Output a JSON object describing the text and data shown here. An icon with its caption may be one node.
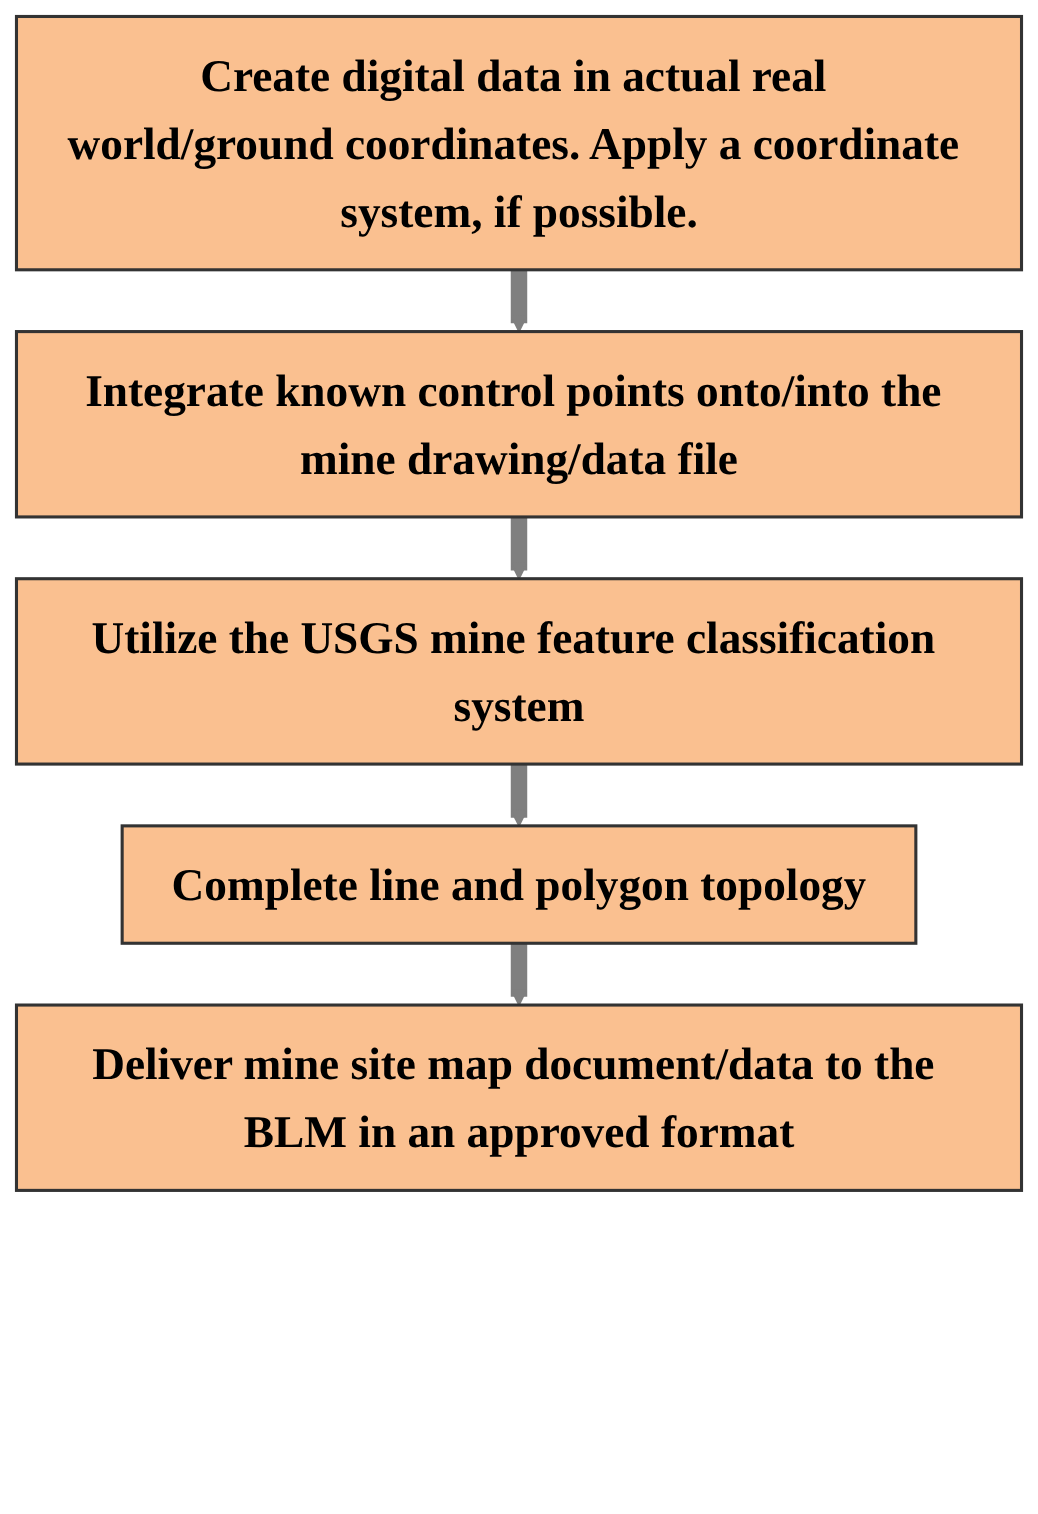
{
  "diagram": {
    "nodes": [
      {
        "text": [
          "Create digital data in actual real world/ground coordinates. Apply a coordinate system, if possible."
        ]
      },
      {
        "text": [
          "Integrate known control points onto/into the mine drawing/data file"
        ]
      },
      {
        "text": [
          "Utilize the USGS mine feature classification system"
        ]
      },
      {
        "text": [
          "Complete line and polygon topology"
        ]
      },
      {
        "text": [
          "Deliver mine site map document/data to the BLM in an approved format"
        ]
      }
    ],
    "edges": [
      {
        "from": 0,
        "to": 1,
        "arrow": "to"
      },
      {
        "from": 1,
        "to": 2,
        "arrow": "to"
      },
      {
        "from": 2,
        "to": 3,
        "arrow": "to"
      },
      {
        "from": 3,
        "to": 4,
        "arrow": "to"
      }
    ]
  }
}
